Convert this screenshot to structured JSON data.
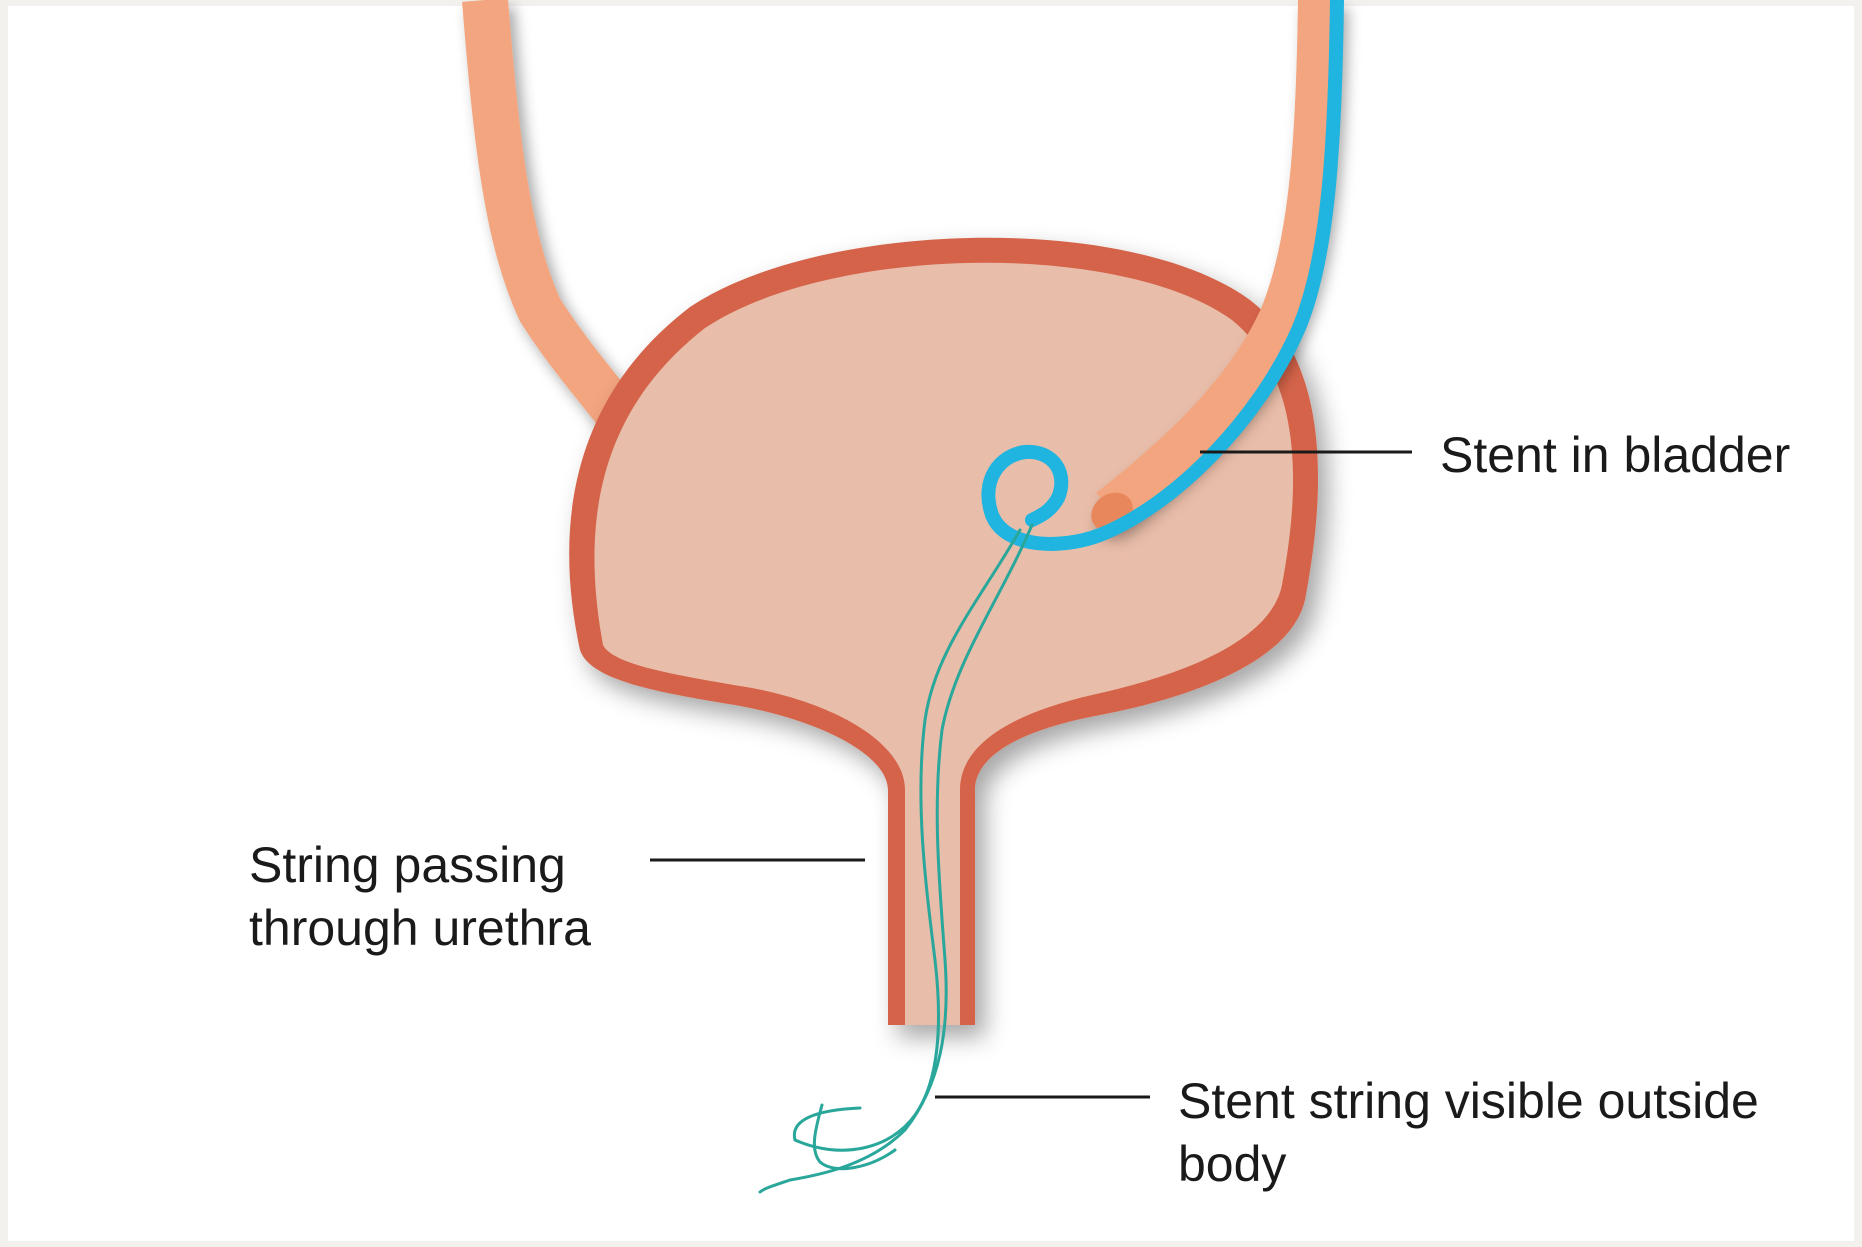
{
  "labels": {
    "stent_in_bladder": "Stent in bladder",
    "string_through_urethra": "String passing\nthrough urethra",
    "string_outside_body": "Stent string visible outside\nbody"
  },
  "colors": {
    "bladder_wall": "#d4644a",
    "bladder_interior": "#e8bda9",
    "ureter": "#f2a57e",
    "ureter_tip": "#e8875c",
    "stent": "#1fb5e0",
    "string": "#2aa79b",
    "pointer_line": "#1a1a1a"
  }
}
